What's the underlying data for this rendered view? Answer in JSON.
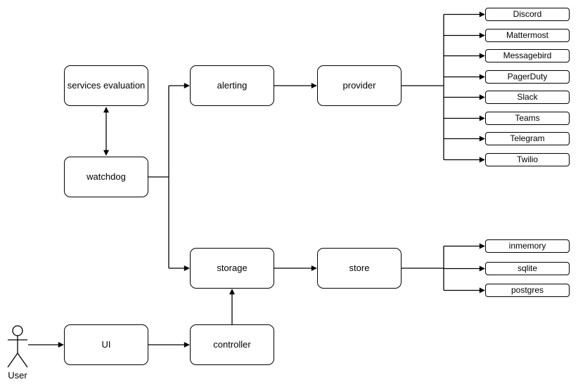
{
  "diagram": {
    "nodes": {
      "services_evaluation": "services evaluation",
      "watchdog": "watchdog",
      "alerting": "alerting",
      "provider": "provider",
      "storage": "storage",
      "store": "store",
      "ui": "UI",
      "controller": "controller"
    },
    "provider_targets": [
      "Discord",
      "Mattermost",
      "Messagebird",
      "PagerDuty",
      "Slack",
      "Teams",
      "Telegram",
      "Twilio"
    ],
    "store_targets": [
      "inmemory",
      "sqlite",
      "postgres"
    ],
    "actor_label": "User",
    "colors": {
      "stroke": "#000000",
      "node_fill": "#ffffff",
      "text": "#000000",
      "background": "#ffffff"
    }
  }
}
